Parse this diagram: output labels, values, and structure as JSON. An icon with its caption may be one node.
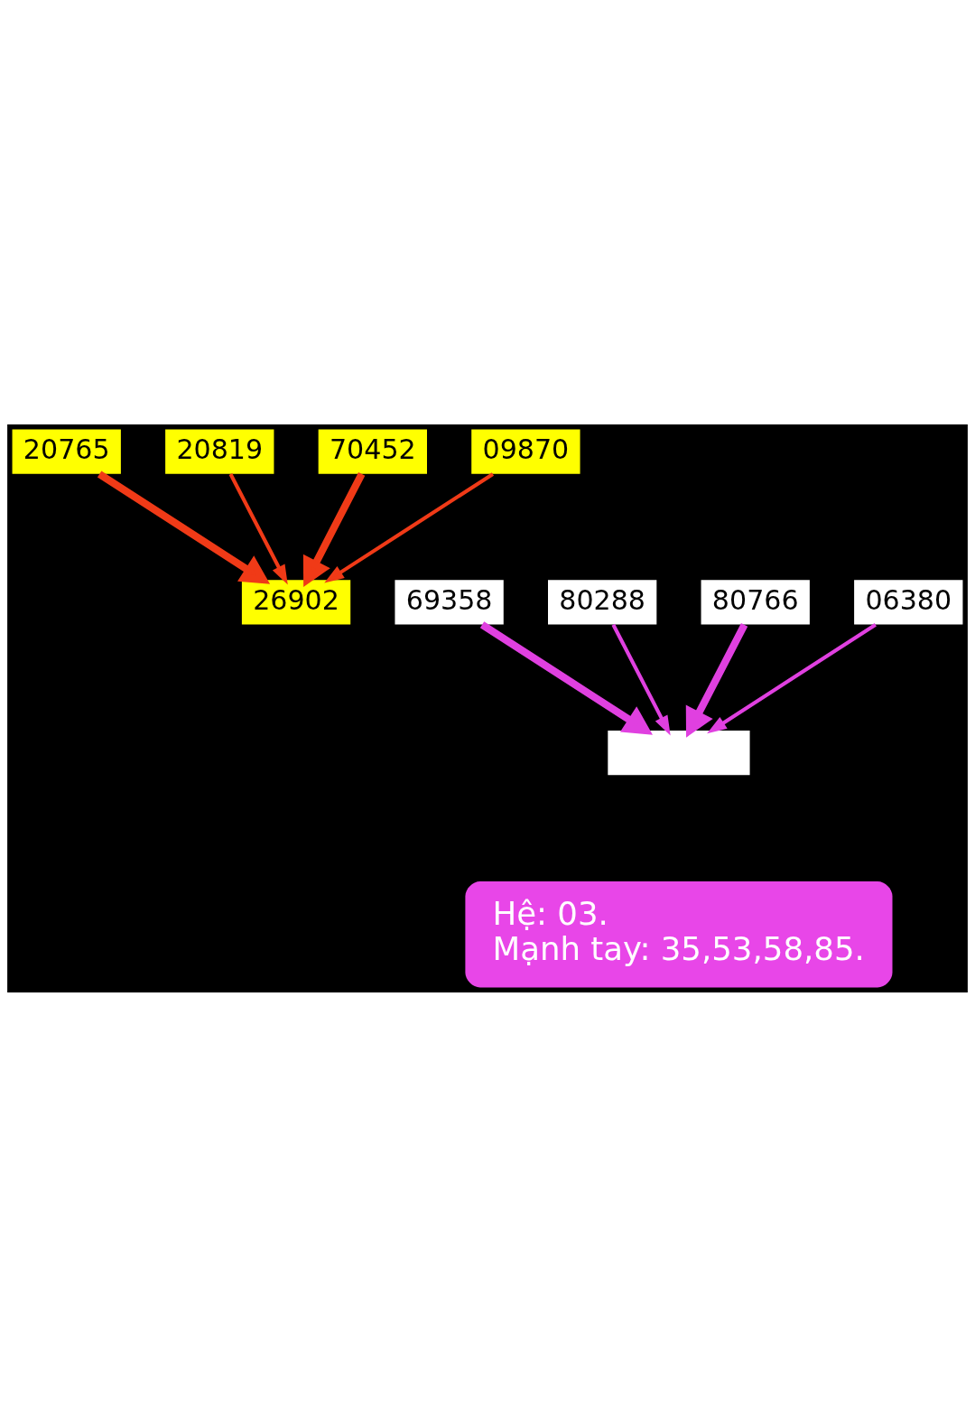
{
  "diagram": {
    "nodes": [
      {
        "text": [
          "20765"
        ]
      },
      {
        "text": [
          "20819"
        ]
      },
      {
        "text": [
          "70452"
        ]
      },
      {
        "text": [
          "09870"
        ]
      },
      {
        "text": [
          "26902"
        ]
      },
      {
        "text": [
          "69358"
        ]
      },
      {
        "text": [
          "80288"
        ]
      },
      {
        "text": [
          "80766"
        ]
      },
      {
        "text": [
          "06380"
        ]
      },
      {
        "text": [],
        "shape": "box"
      },
      {
        "text": [
          "Hệ: 03.",
          "Mạnh tay: 35,53,58,85."
        ]
      }
    ],
    "edges": [
      {
        "from": 0,
        "to": 4,
        "arrow": "to",
        "style": "thick",
        "color": "#f03a17"
      },
      {
        "from": 1,
        "to": 4,
        "arrow": "to",
        "color": "#f03a17"
      },
      {
        "from": 2,
        "to": 4,
        "arrow": "to",
        "style": "thick",
        "color": "#f03a17"
      },
      {
        "from": 3,
        "to": 4,
        "arrow": "to",
        "color": "#f03a17"
      },
      {
        "from": 7,
        "to": 9,
        "arrow": "to",
        "style": "thick",
        "color": "#e040e0"
      },
      {
        "from": 6,
        "to": 9,
        "arrow": "to",
        "color": "#e040e0"
      },
      {
        "from": 5,
        "to": 9,
        "arrow": "to",
        "style": "thick",
        "color": "#e040e0"
      },
      {
        "from": 8,
        "to": 9,
        "arrow": "to",
        "color": "#e040e0"
      }
    ]
  }
}
